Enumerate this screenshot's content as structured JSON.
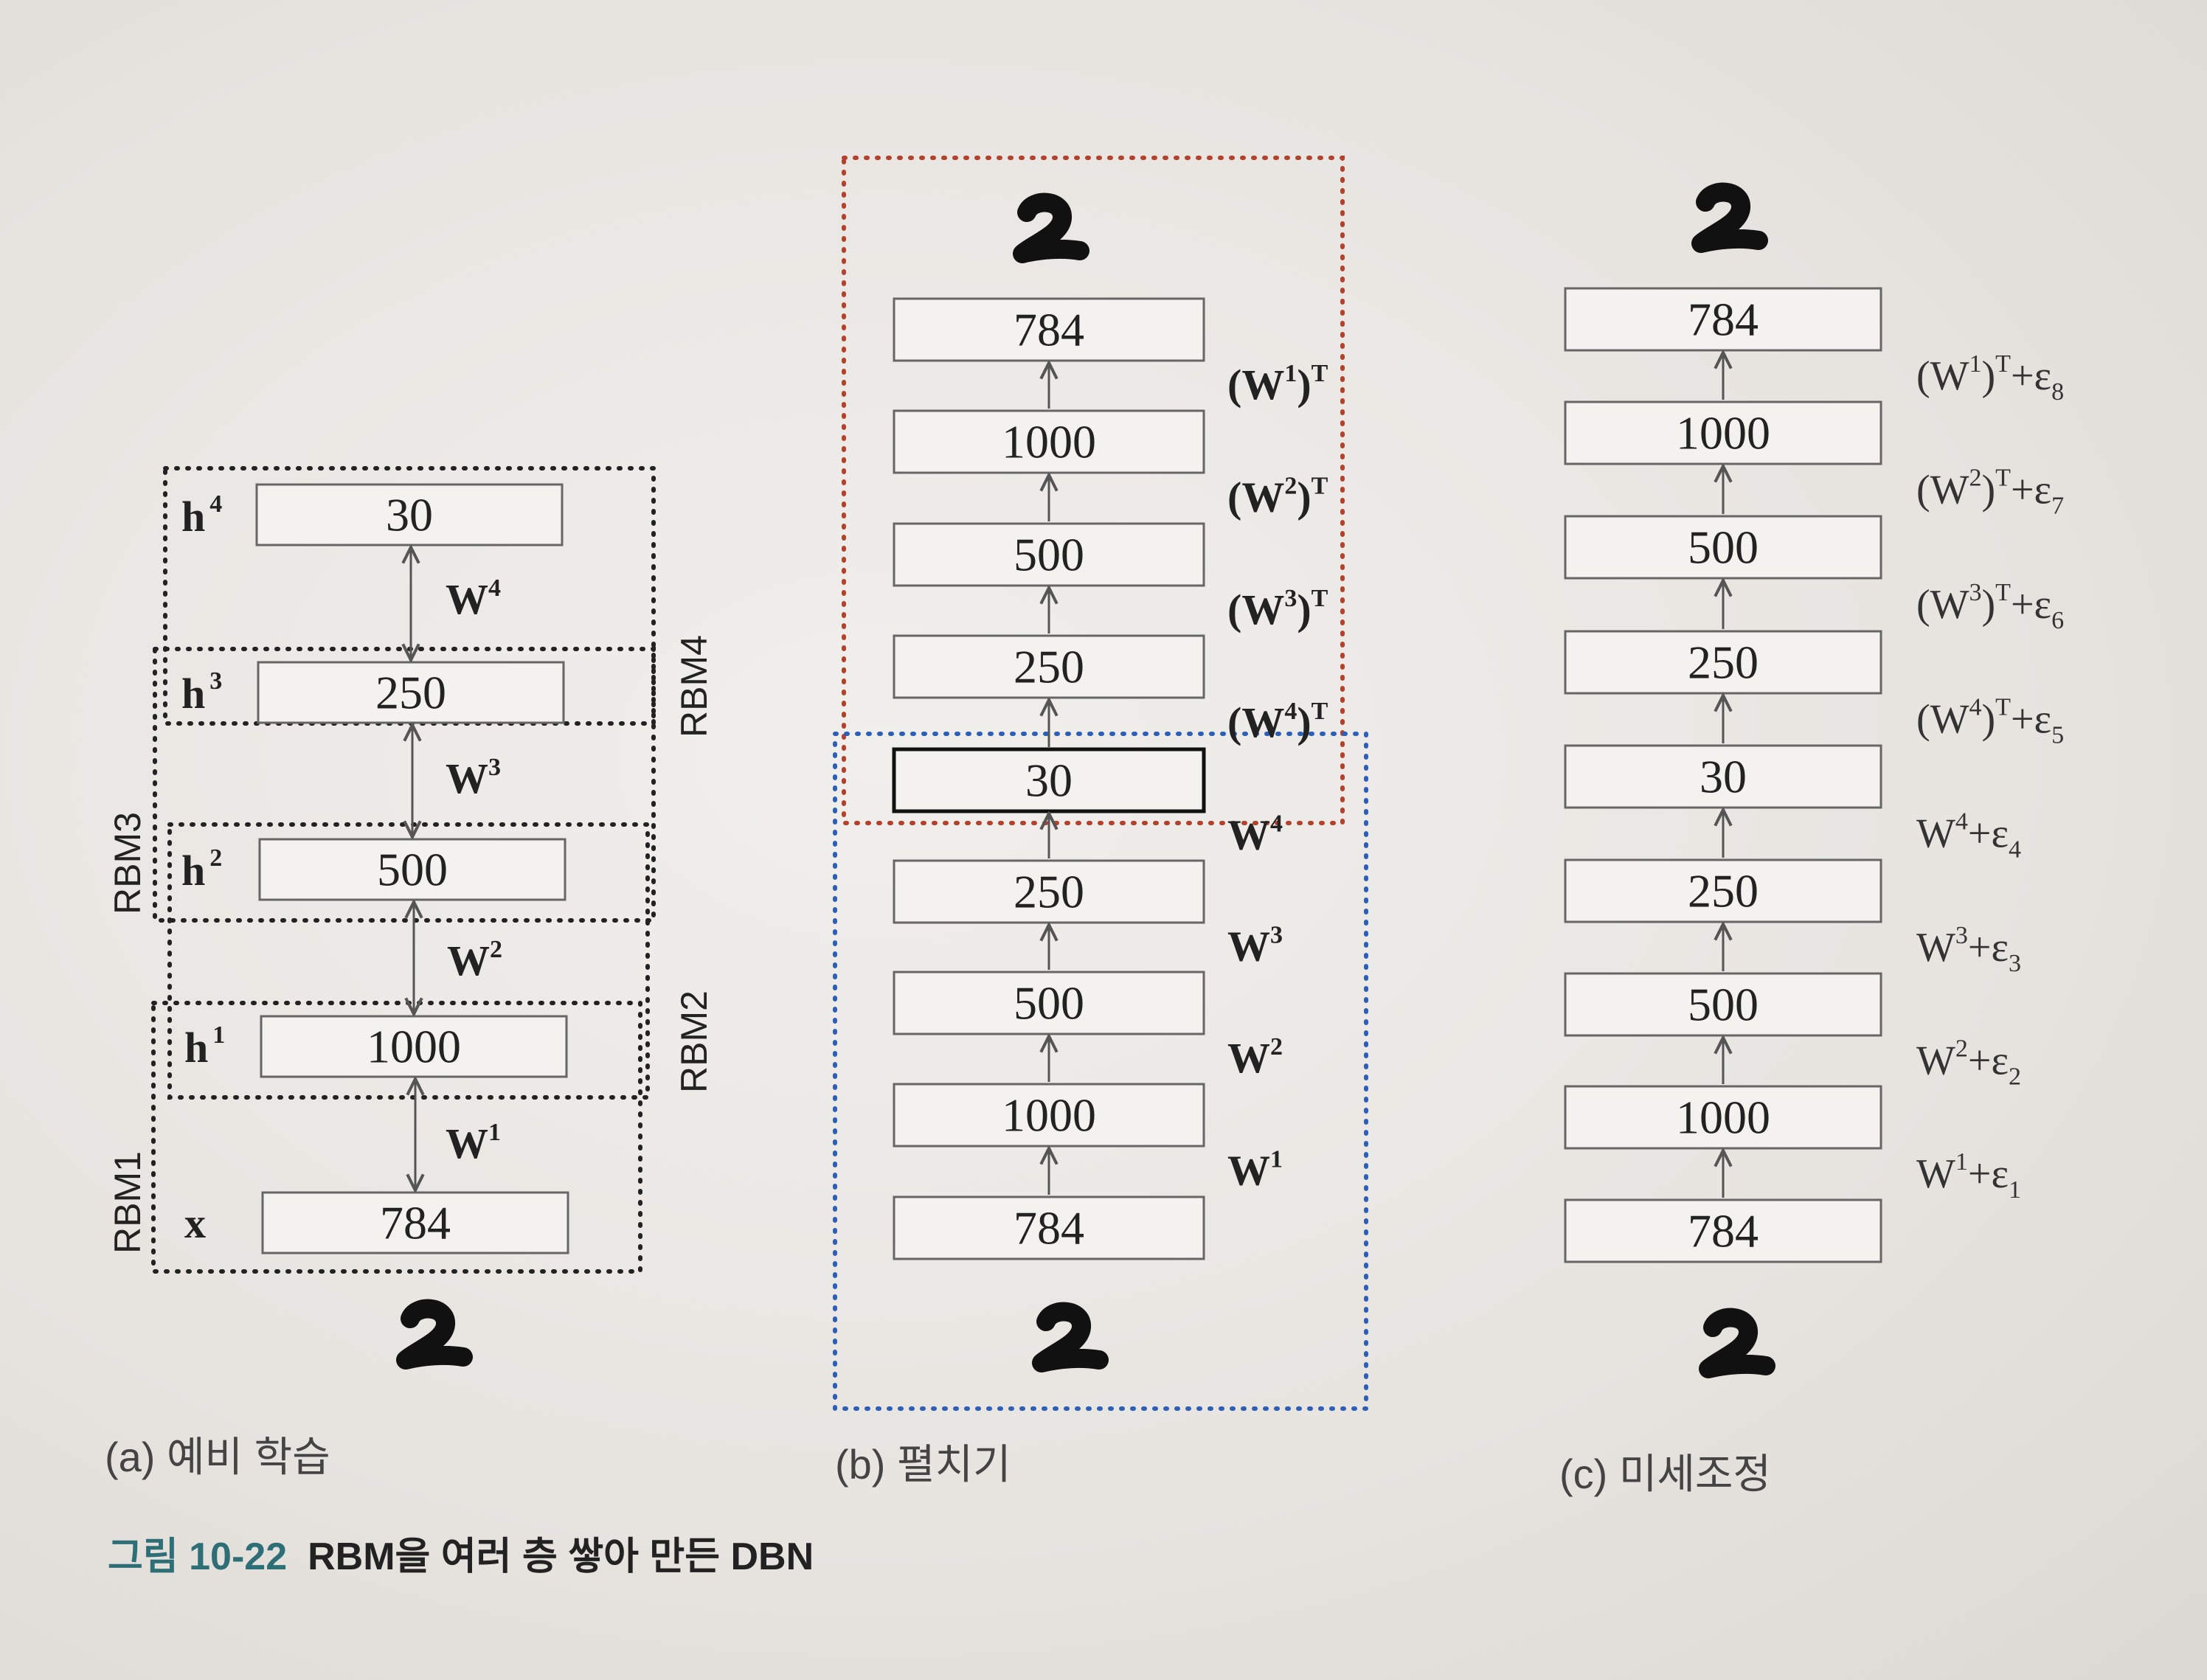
{
  "panel_a": {
    "layers": [
      {
        "label": "h",
        "sup": "4",
        "value": "30"
      },
      {
        "label": "h",
        "sup": "3",
        "value": "250"
      },
      {
        "label": "h",
        "sup": "2",
        "value": "500"
      },
      {
        "label": "h",
        "sup": "1",
        "value": "1000"
      },
      {
        "label": "x",
        "sup": "",
        "value": "784"
      }
    ],
    "weights": [
      {
        "label": "W",
        "sup": "4"
      },
      {
        "label": "W",
        "sup": "3"
      },
      {
        "label": "W",
        "sup": "2"
      },
      {
        "label": "W",
        "sup": "1"
      }
    ],
    "rbm_labels": [
      "RBM4",
      "RBM3",
      "RBM2",
      "RBM1"
    ],
    "caption": "(a) 예비 학습"
  },
  "panel_b": {
    "layers": [
      "784",
      "1000",
      "500",
      "250",
      "30",
      "250",
      "500",
      "1000",
      "784"
    ],
    "weights": [
      {
        "label": "(W",
        "sup1": "1",
        "close": ")",
        "sup2": "T"
      },
      {
        "label": "(W",
        "sup1": "2",
        "close": ")",
        "sup2": "T"
      },
      {
        "label": "(W",
        "sup1": "3",
        "close": ")",
        "sup2": "T"
      },
      {
        "label": "(W",
        "sup1": "4",
        "close": ")",
        "sup2": "T"
      },
      {
        "label": "W",
        "sup1": "4",
        "close": "",
        "sup2": ""
      },
      {
        "label": "W",
        "sup1": "3",
        "close": "",
        "sup2": ""
      },
      {
        "label": "W",
        "sup1": "2",
        "close": "",
        "sup2": ""
      },
      {
        "label": "W",
        "sup1": "1",
        "close": "",
        "sup2": ""
      }
    ],
    "caption": "(b) 펼치기"
  },
  "panel_c": {
    "layers": [
      "784",
      "1000",
      "500",
      "250",
      "30",
      "250",
      "500",
      "1000",
      "784"
    ],
    "weights": [
      {
        "label": "(W",
        "sup1": "1",
        "close": ")",
        "sup2": "T",
        "tail": "+ε",
        "sub": "8"
      },
      {
        "label": "(W",
        "sup1": "2",
        "close": ")",
        "sup2": "T",
        "tail": "+ε",
        "sub": "7"
      },
      {
        "label": "(W",
        "sup1": "3",
        "close": ")",
        "sup2": "T",
        "tail": "+ε",
        "sub": "6"
      },
      {
        "label": "(W",
        "sup1": "4",
        "close": ")",
        "sup2": "T",
        "tail": "+ε",
        "sub": "5"
      },
      {
        "label": "W",
        "sup1": "4",
        "close": "",
        "sup2": "",
        "tail": "+ε",
        "sub": "4"
      },
      {
        "label": "W",
        "sup1": "3",
        "close": "",
        "sup2": "",
        "tail": "+ε",
        "sub": "3"
      },
      {
        "label": "W",
        "sup1": "2",
        "close": "",
        "sup2": "",
        "tail": "+ε",
        "sub": "2"
      },
      {
        "label": "W",
        "sup1": "1",
        "close": "",
        "sup2": "",
        "tail": "+ε",
        "sub": "1"
      }
    ],
    "caption": "(c) 미세조정"
  },
  "figure": {
    "number": "그림 10-22",
    "title": "RBM을 여러 층 쌓아 만든 DBN"
  },
  "colors": {
    "encoder_outline": "#2e5fb8",
    "decoder_outline": "#b4412b",
    "figure_number": "#2e6f77"
  }
}
